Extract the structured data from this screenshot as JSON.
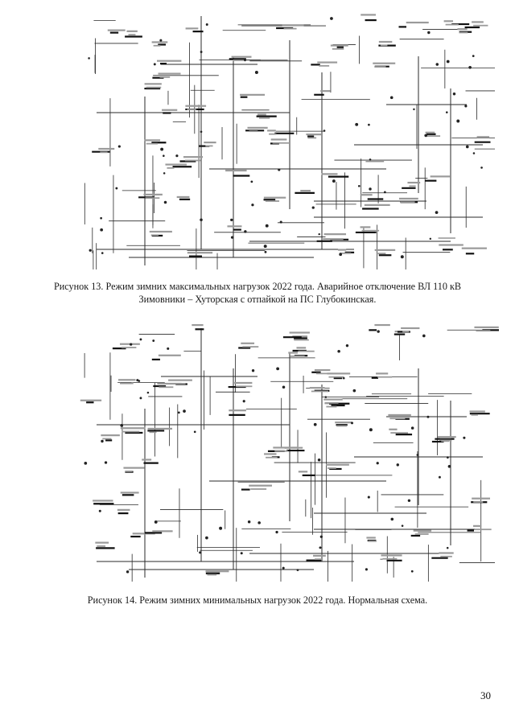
{
  "figures": [
    {
      "id": "fig13",
      "caption": "Рисунок 13. Режим зимних максимальных нагрузок 2022 года. Аварийное отключение ВЛ 110 кВ Зимовники – Хуторская с отпайкой на ПС Глубокинская."
    },
    {
      "id": "fig14",
      "caption": "Рисунок 14. Режим зимних минимальных нагрузок 2022 года. Нормальная схема."
    }
  ],
  "page_number": "30"
}
